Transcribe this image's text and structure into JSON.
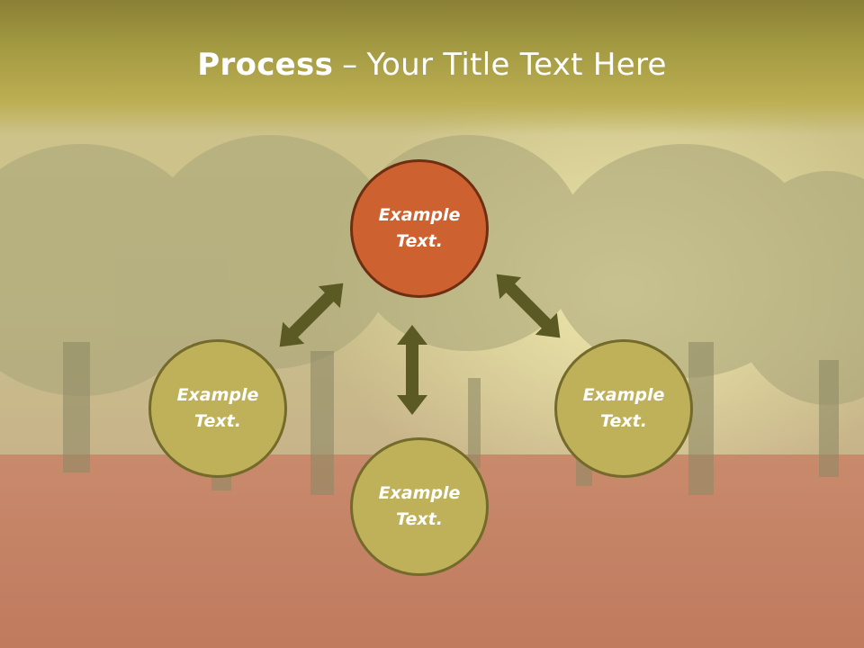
{
  "title": {
    "bold": "Process",
    "separator": "–",
    "rest": "Your Title Text Here"
  },
  "nodes": {
    "top": "Example\nText.",
    "left": "Example\nText.",
    "right": "Example\nText.",
    "bottom": "Example\nText."
  },
  "colors": {
    "title_band": "#a39a42",
    "node_fill": "#bfb159",
    "node_border": "#736a2b",
    "highlight_fill": "#cd6230",
    "highlight_border": "#6e2e12",
    "arrow": "#5b5a24"
  }
}
